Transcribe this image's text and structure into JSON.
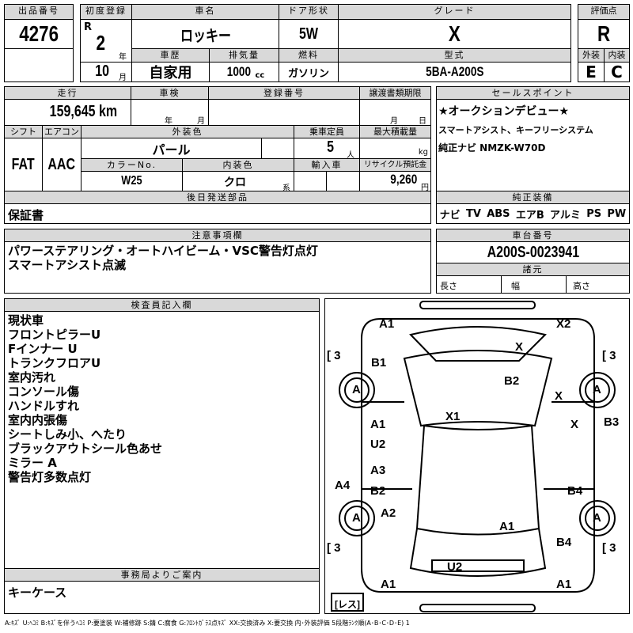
{
  "lot": {
    "label": "出品番号",
    "value": "4276"
  },
  "first_reg": {
    "label": "初度登録",
    "era": "R",
    "year": "2",
    "year_unit": "年",
    "month": "10",
    "month_unit": "月"
  },
  "car_name": {
    "label": "車名",
    "value": "ロッキー"
  },
  "door": {
    "label": "ドア形状",
    "value": "5W"
  },
  "grade": {
    "label": "グレード",
    "value": "X"
  },
  "history": {
    "label": "車歴",
    "value": "自家用"
  },
  "displacement": {
    "label": "排気量",
    "value": "1000",
    "unit": "cc"
  },
  "fuel": {
    "label": "燃料",
    "value": "ガソリン"
  },
  "model": {
    "label": "型式",
    "value": "5BA-A200S"
  },
  "score": {
    "label": "評価点",
    "value": "R",
    "ext_label": "外装",
    "int_label": "内装",
    "ext": "E",
    "int": "C"
  },
  "mileage": {
    "label": "走行",
    "value": "159,645",
    "unit": "km"
  },
  "inspection": {
    "label": "車検",
    "year_unit": "年",
    "month_unit": "月"
  },
  "reg_no": {
    "label": "登録番号"
  },
  "transfer": {
    "label": "譲渡書類期限",
    "month_unit": "月",
    "day_unit": "日"
  },
  "shift": {
    "label": "シフト",
    "value": "FAT"
  },
  "ac": {
    "label": "エアコン",
    "value": "AAC"
  },
  "ext_color": {
    "label": "外装色",
    "value": "パール"
  },
  "capacity": {
    "label": "乗車定員",
    "value": "5",
    "unit": "人"
  },
  "max_load": {
    "label": "最大積載量",
    "unit": "kg"
  },
  "color_no": {
    "label": "カラーNo.",
    "value": "W25"
  },
  "int_color": {
    "label": "内装色",
    "value": "クロ",
    "unit": "系"
  },
  "import": {
    "label": "輸入車"
  },
  "recycle": {
    "label": "リサイクル預託金",
    "value": "9,260",
    "unit": "円"
  },
  "sale_points": {
    "label": "セールスポイント",
    "lines": [
      "★オークションデビュー★",
      "スマートアシスト、キーフリーシステム",
      "純正ナビ NMZK-W70D"
    ]
  },
  "later_parts": {
    "label": "後日発送部品",
    "value": "保証書"
  },
  "equipment": {
    "label": "純正装備",
    "items": [
      "ナビ",
      "TV",
      "ABS",
      "エアB",
      "アルミ",
      "PS",
      "PW"
    ]
  },
  "notes": {
    "label": "注意事項欄",
    "lines": [
      "パワーステアリング・オートハイビーム・VSC警告灯点灯",
      "スマートアシスト点滅"
    ]
  },
  "chassis": {
    "label": "車台番号",
    "value": "A200S-0023941",
    "spec_label": "諸元",
    "length": "長さ",
    "width": "幅",
    "height": "高さ"
  },
  "inspector": {
    "label": "検査員記入欄",
    "lines": [
      "現状車",
      "フロントピラーU",
      "Fインナー U",
      "トランクフロアU",
      "室内汚れ",
      "コンソール傷",
      "ハンドルすれ",
      "室内内張傷",
      "シートしみ小、へたり",
      "ブラックアウトシール色あせ",
      "ミラー A",
      "警告灯多数点灯"
    ]
  },
  "office": {
    "label": "事務局よりご案内",
    "value": "キーケース"
  },
  "diagram": {
    "marks": [
      "A1",
      "X2",
      "[ 3",
      "[ 3",
      "B1",
      "X",
      "B2",
      "A",
      "A",
      "X",
      "X1",
      "A1",
      "X",
      "B3",
      "U2",
      "A3",
      "A4",
      "B2",
      "B4",
      "A2",
      "A",
      "A",
      "A1",
      "B4",
      "[ 3",
      "[ 3",
      "U2",
      "A1",
      "A1",
      "[レス]"
    ]
  },
  "legend": "A:ｷｽﾞ U:ﾍｺﾐ B:ｷｽﾞを伴うﾍｺﾐ P:要塗装 W:補修跡 S:錆 C:腐食 G:ﾌﾛﾝﾄｶﾞﾗｽ点ｷｽﾞ XX:交換済み X:要交換 内･外装評価 5段階ﾗﾝｸ順(A･B･C･D･E) 1"
}
